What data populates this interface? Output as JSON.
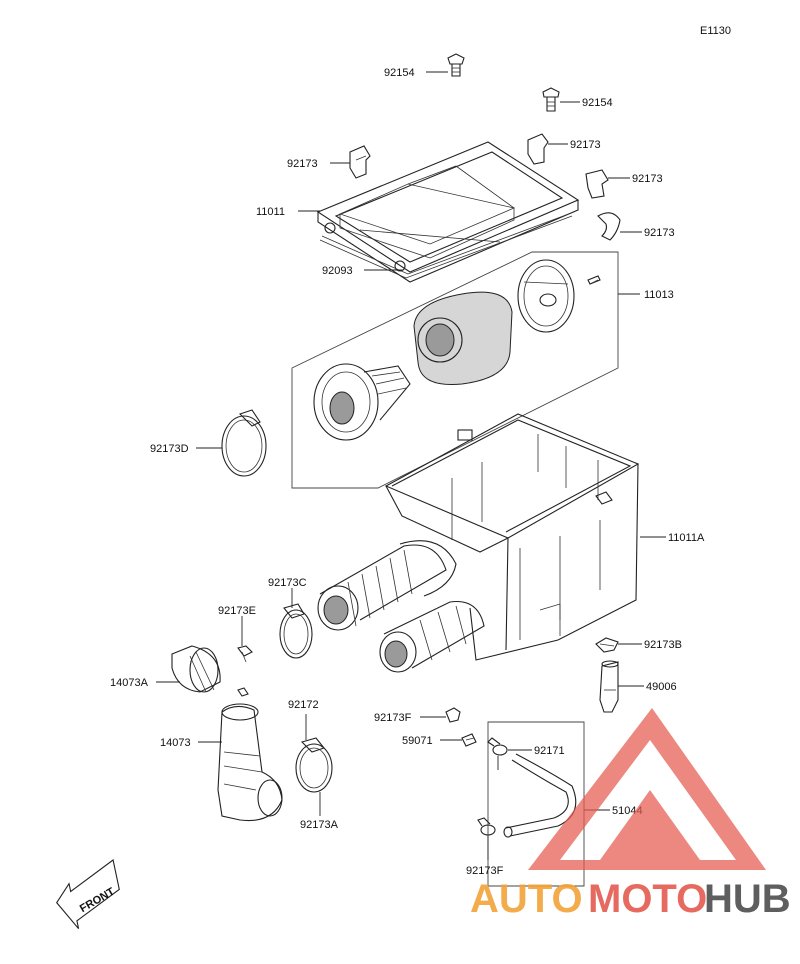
{
  "diagram_code": "E1130",
  "parts": {
    "p92154_a": "92154",
    "p92154_b": "92154",
    "p92173_a": "92173",
    "p92173_b": "92173",
    "p92173_c": "92173",
    "p92173_d": "92173",
    "p11011": "11011",
    "p92093": "92093",
    "p11013": "11013",
    "p92173D": "92173D",
    "p11011A": "11011A",
    "p92173C": "92173C",
    "p92173E": "92173E",
    "p92173B": "92173B",
    "p14073A": "14073A",
    "p49006": "49006",
    "p92172": "92172",
    "p14073": "14073",
    "p92173F_a": "92173F",
    "p59071": "59071",
    "p92171": "92171",
    "p51044": "51044",
    "p92173A": "92173A",
    "p92173F_b": "92173F"
  },
  "front_arrow": "FRONT",
  "watermark": {
    "part1": "AUTO",
    "part2": "MOTO",
    "part3": "HUB",
    "colors": {
      "auto": "#f2a338",
      "moto": "#e45a4f",
      "hub": "#4d4d4d",
      "triangle": "#e45a4f"
    }
  }
}
